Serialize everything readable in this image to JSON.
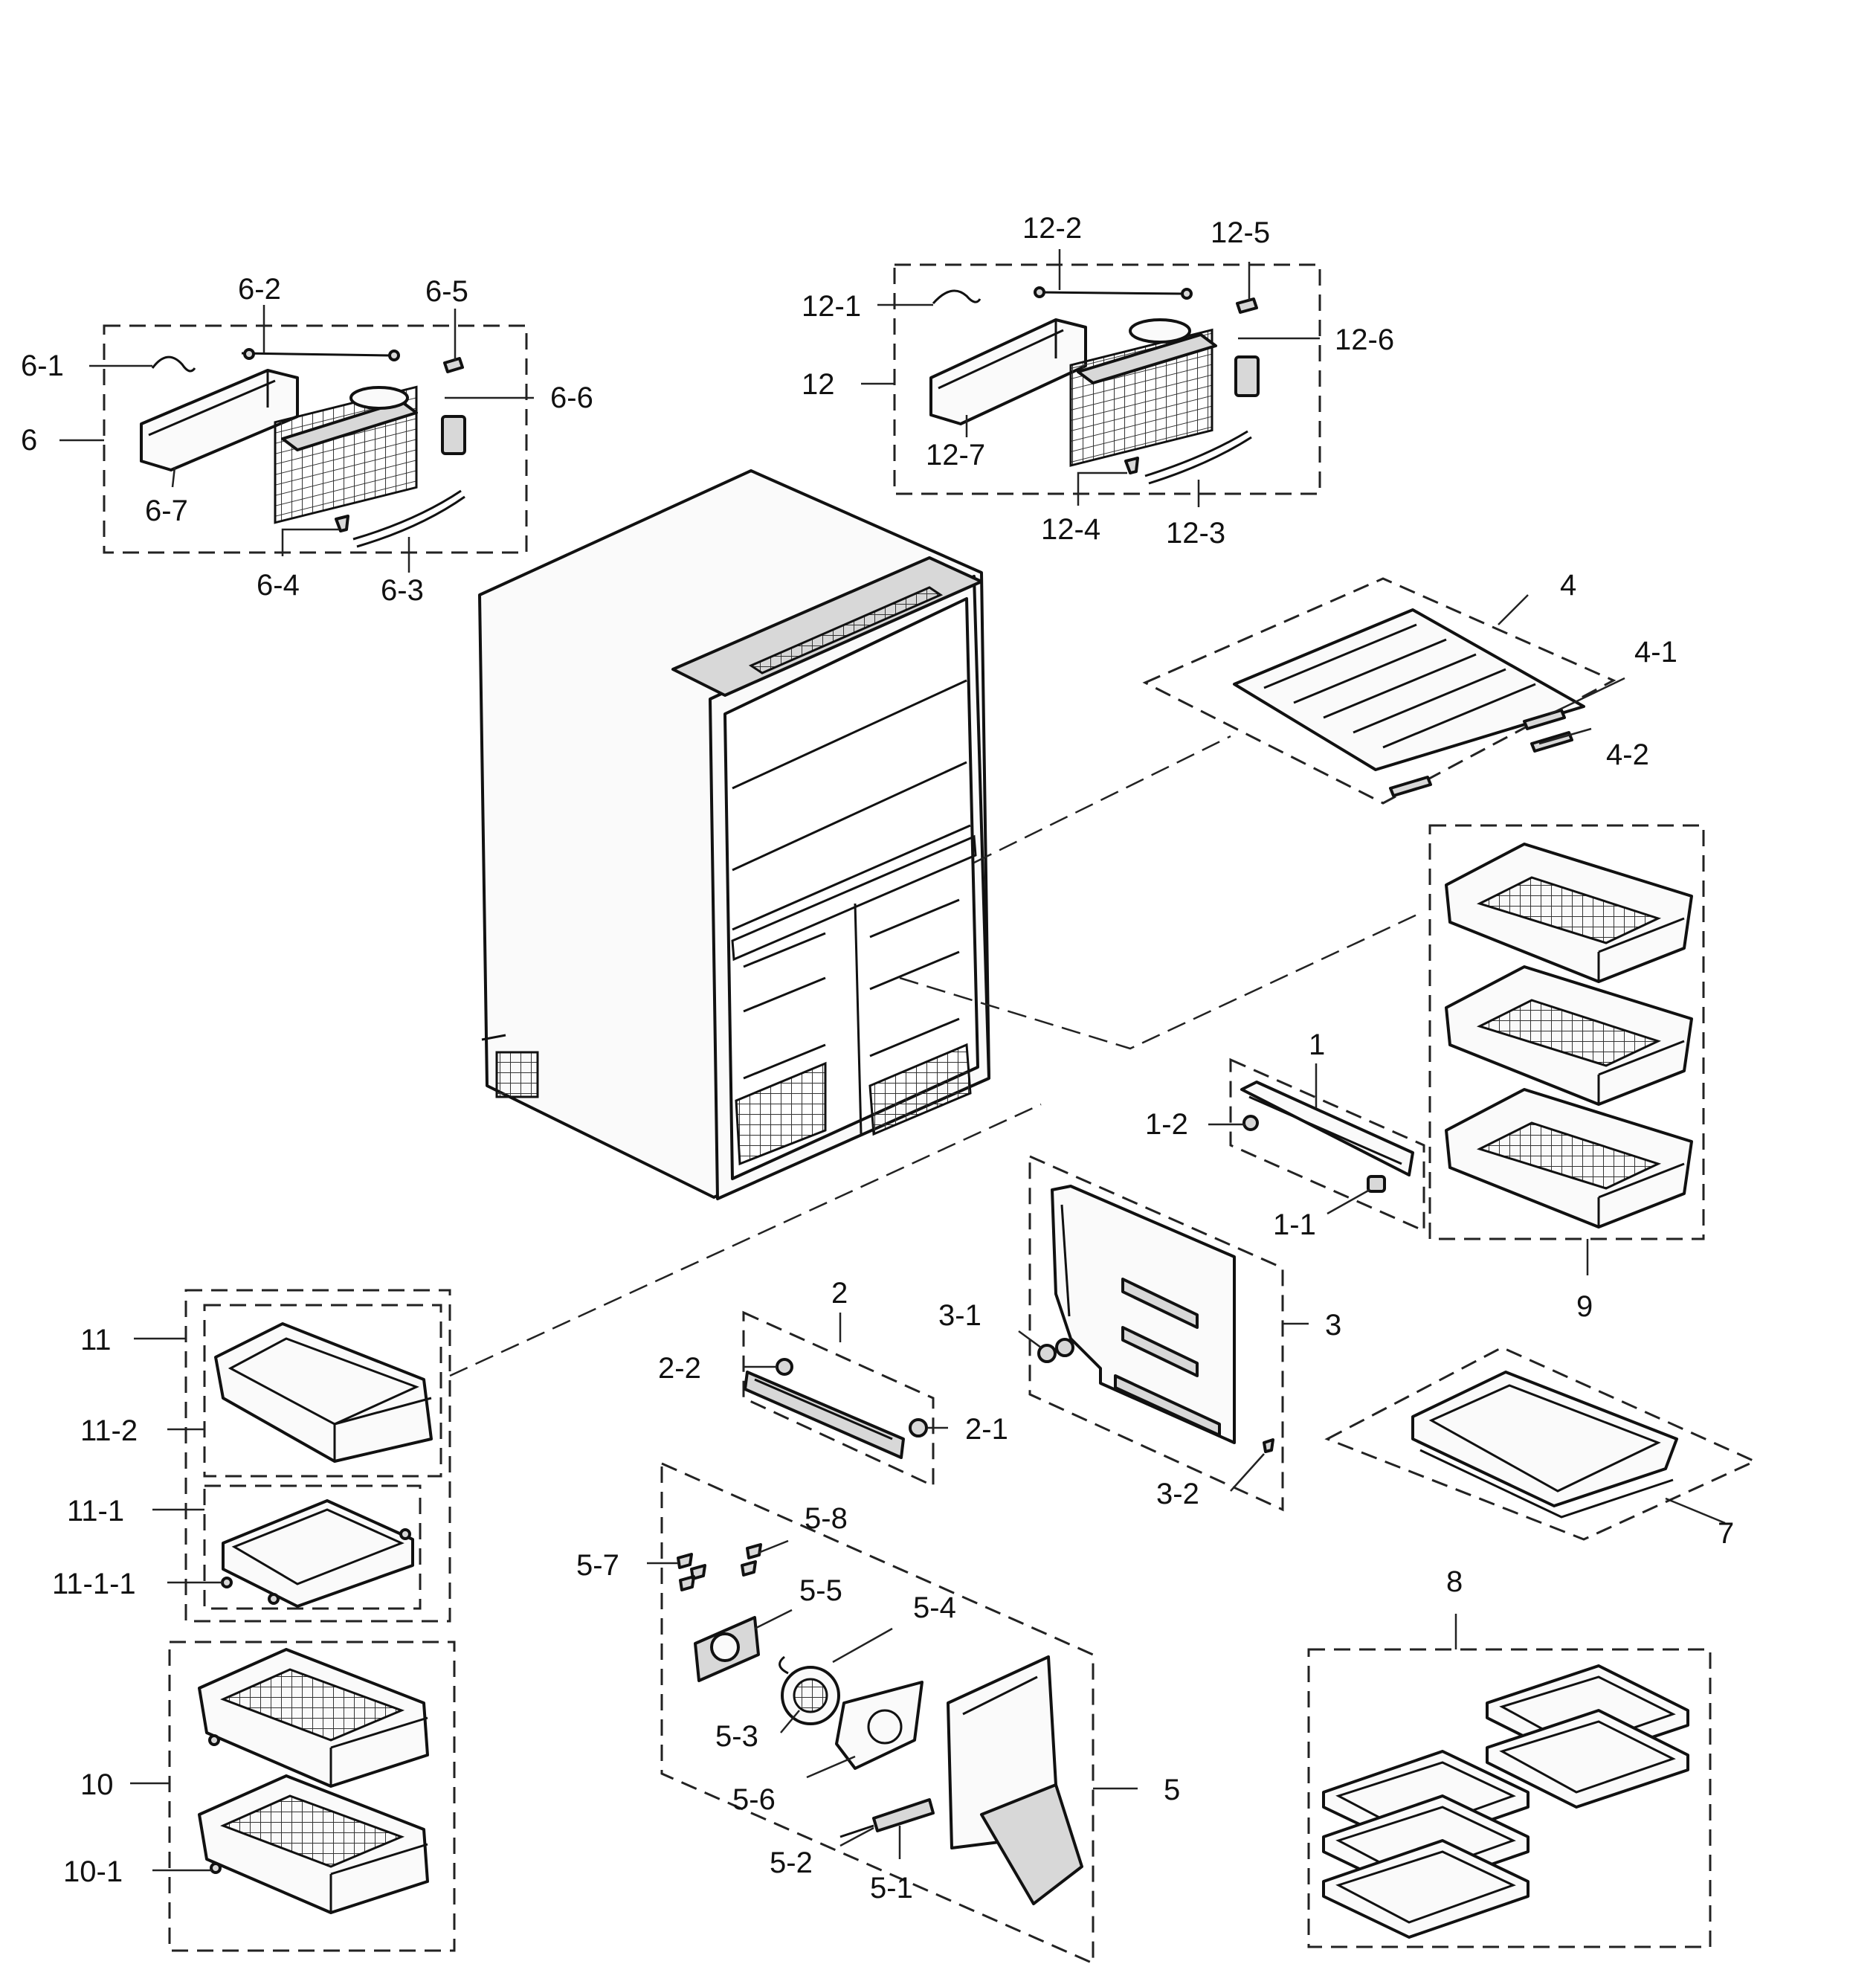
{
  "callouts": {
    "c6_2": "6-2",
    "c6_5": "6-5",
    "c6_1": "6-1",
    "c6_6": "6-6",
    "c6": "6",
    "c6_7": "6-7",
    "c6_4": "6-4",
    "c6_3": "6-3",
    "c12_2": "12-2",
    "c12_5": "12-5",
    "c12_1": "12-1",
    "c12_6": "12-6",
    "c12": "12",
    "c12_7": "12-7",
    "c12_4": "12-4",
    "c12_3": "12-3",
    "c4": "4",
    "c4_1": "4-1",
    "c4_2": "4-2",
    "c1": "1",
    "c1_2": "1-2",
    "c1_1": "1-1",
    "c9": "9",
    "c2": "2",
    "c2_2": "2-2",
    "c2_1": "2-1",
    "c3_1": "3-1",
    "c3": "3",
    "c3_2": "3-2",
    "c7": "7",
    "c8": "8",
    "c11": "11",
    "c11_2": "11-2",
    "c11_1": "11-1",
    "c11_1_1": "11-1-1",
    "c10": "10",
    "c10_1": "10-1",
    "c5_8": "5-8",
    "c5_7": "5-7",
    "c5_5": "5-5",
    "c5_4": "5-4",
    "c5_3": "5-3",
    "c5_6": "5-6",
    "c5": "5",
    "c5_2": "5-2",
    "c5_1": "5-1"
  }
}
